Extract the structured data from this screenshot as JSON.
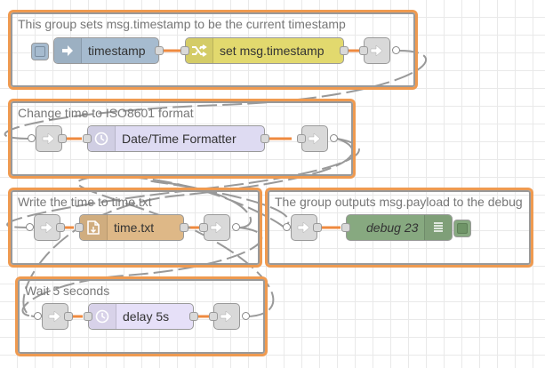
{
  "colors": {
    "group_border_highlight": "#ef9a50",
    "wire": "#ef8a3f",
    "link_wire": "#999999",
    "inject": "#a6bbcf",
    "change": "#e2d96e",
    "datetime": "#dedbf2",
    "file": "#deb887",
    "debug": "#87a980",
    "delay": "#e6e0f8",
    "junction": "#d9d9d9"
  },
  "groups": [
    {
      "label": "This group sets msg.timestamp to be the current timestamp"
    },
    {
      "label": "Change time to ISO8601 format"
    },
    {
      "label": "Write the time to time.txt"
    },
    {
      "label": "The group outputs msg.payload to the debug"
    },
    {
      "label": "Wait 5 seconds"
    }
  ],
  "nodes": {
    "inject": {
      "label": "timestamp",
      "icon": "arrow-in-icon"
    },
    "change": {
      "label": "set msg.timestamp",
      "icon": "shuffle-icon"
    },
    "datetime": {
      "label": "Date/Time Formatter",
      "icon": "clock-icon"
    },
    "file": {
      "label": "time.txt",
      "icon": "file-icon"
    },
    "debug": {
      "label": "debug 23",
      "icon": "list-icon"
    },
    "delay": {
      "label": "delay 5s",
      "icon": "clock-icon"
    },
    "link_out_1": {
      "icon": "link-out-icon"
    },
    "link_in_2": {
      "icon": "link-in-icon"
    },
    "link_out_2": {
      "icon": "link-out-icon"
    },
    "link_in_3": {
      "icon": "link-in-icon"
    },
    "link_out_3": {
      "icon": "link-out-icon"
    },
    "link_in_4": {
      "icon": "link-in-icon"
    },
    "link_in_5": {
      "icon": "link-in-icon"
    },
    "link_out_5": {
      "icon": "link-out-icon"
    }
  }
}
